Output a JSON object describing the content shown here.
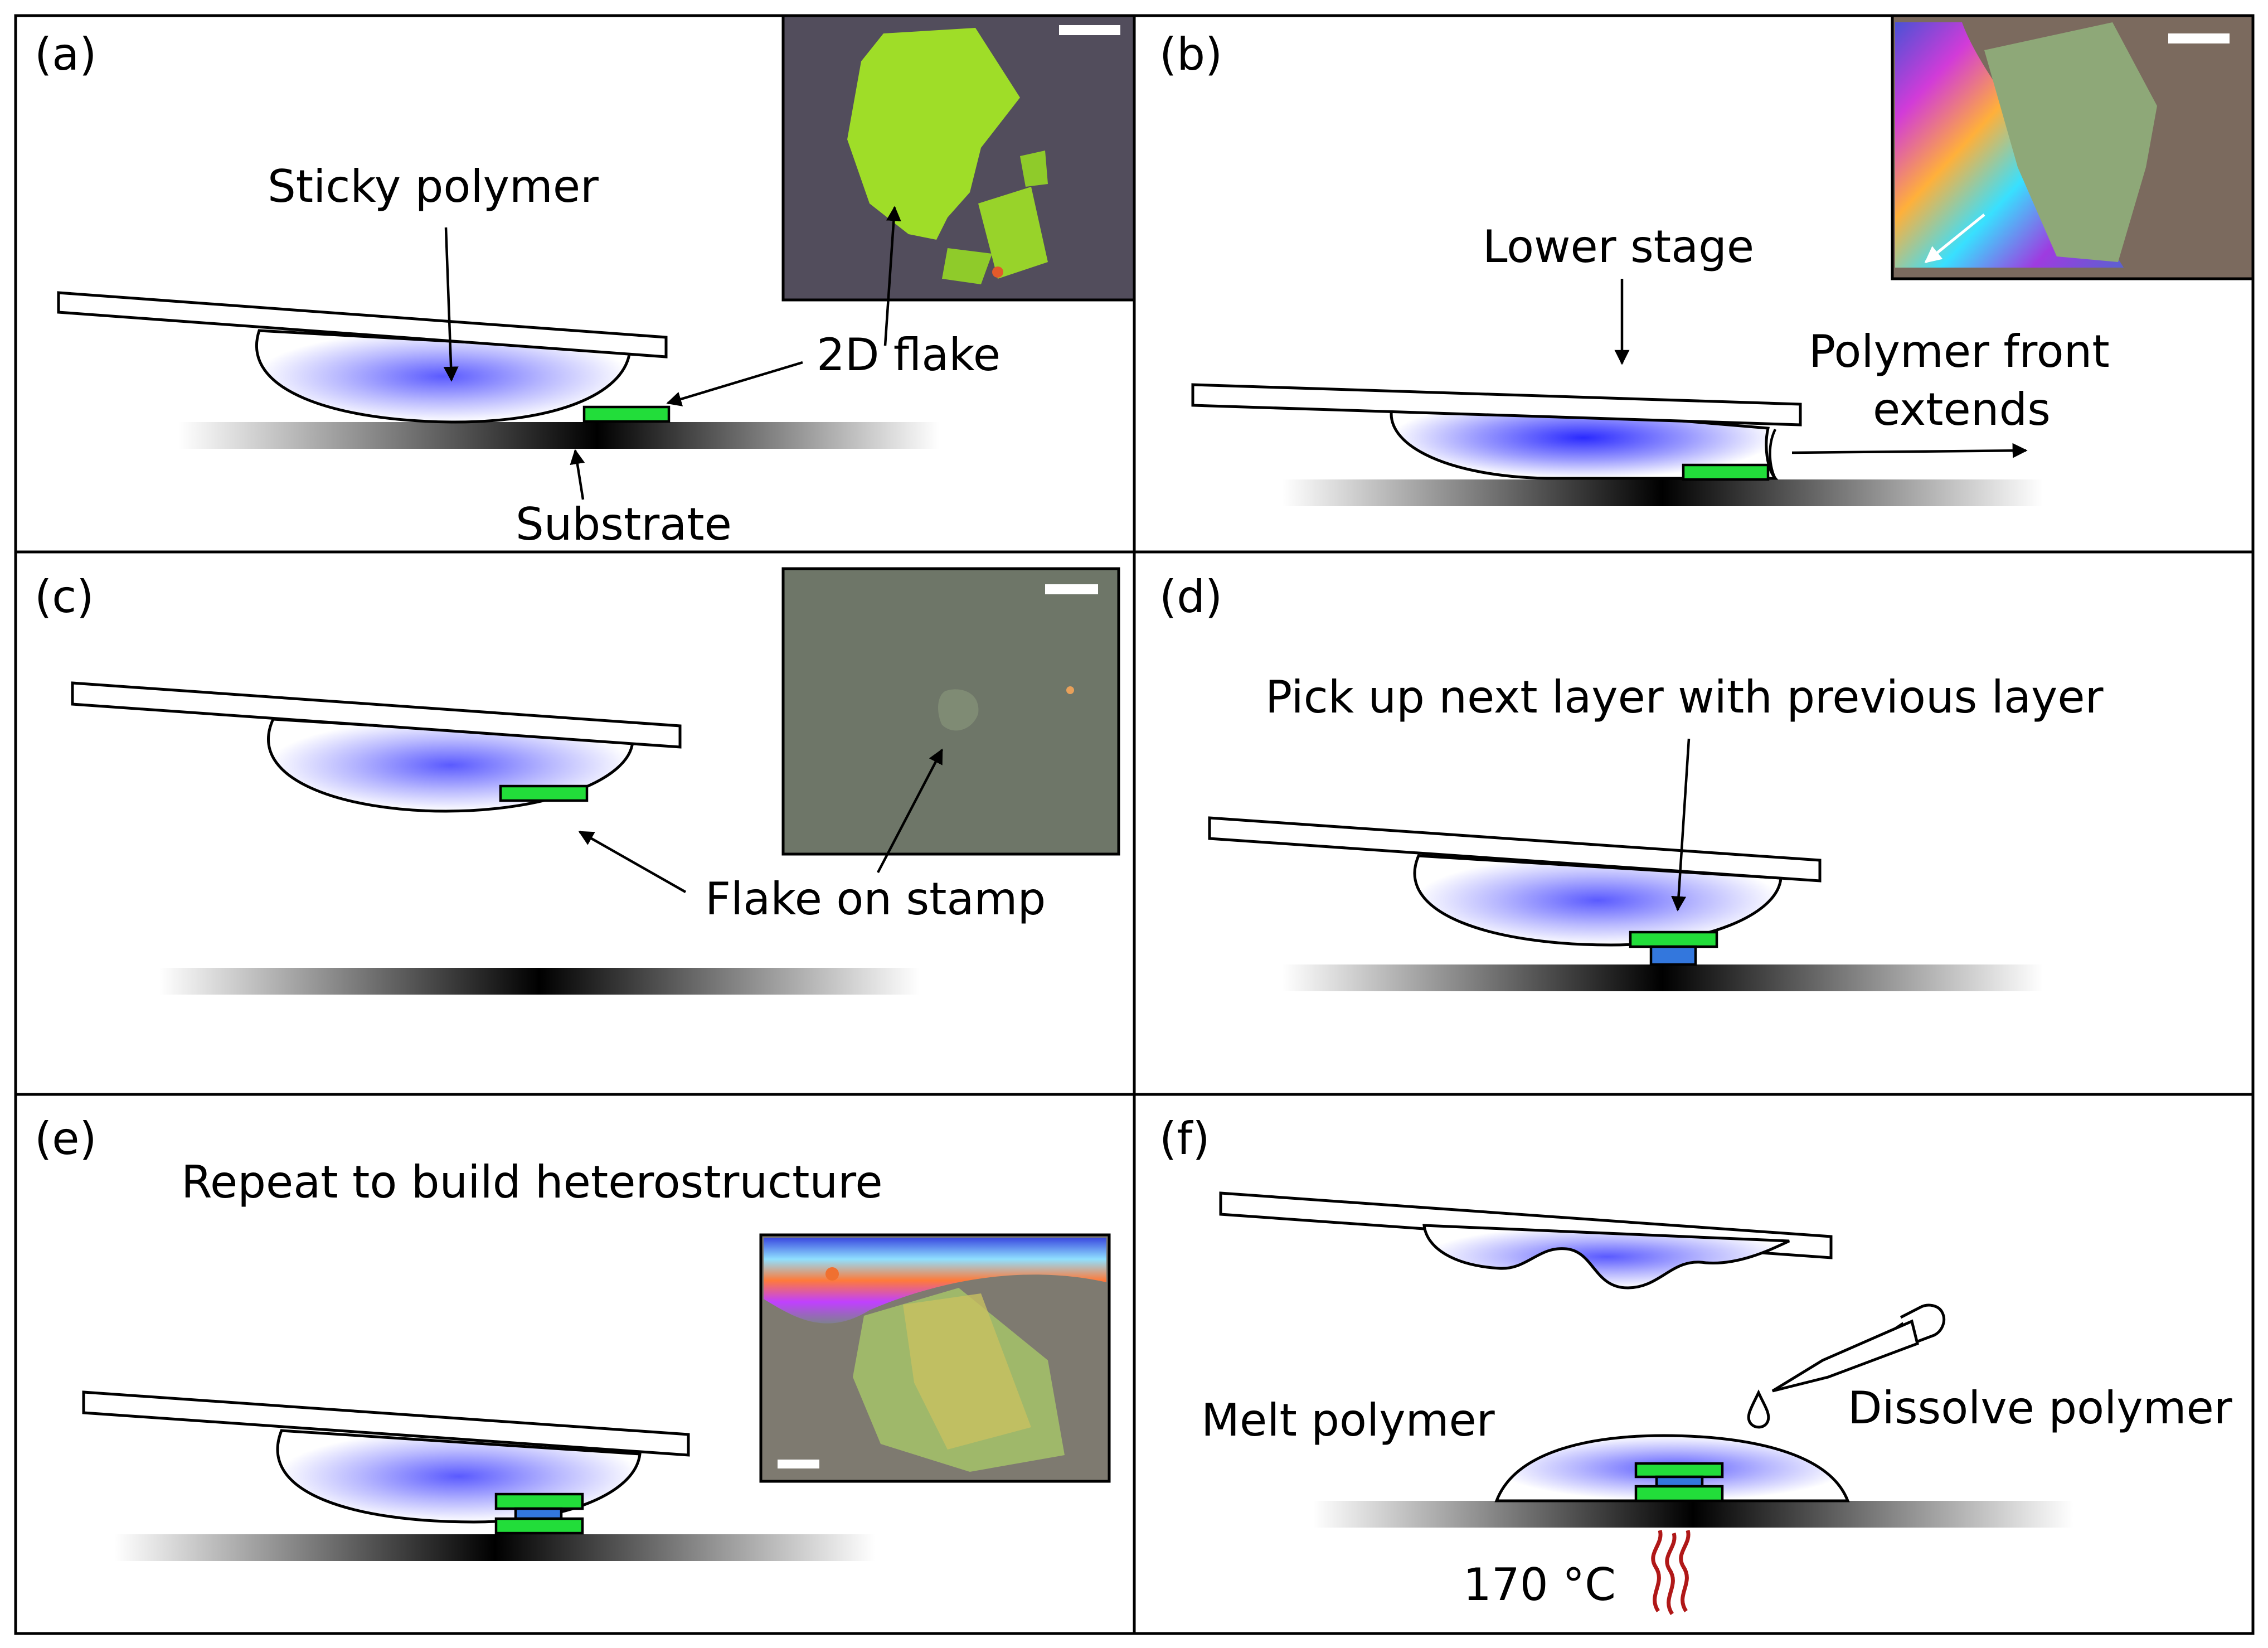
{
  "panels": {
    "a": {
      "tag": "(a)",
      "sticky_polymer": "Sticky polymer",
      "flake": "2D flake",
      "substrate": "Substrate"
    },
    "b": {
      "tag": "(b)",
      "lower_stage": "Lower stage",
      "polymer_front_line1": "Polymer front",
      "polymer_front_line2": "extends"
    },
    "c": {
      "tag": "(c)",
      "flake_on_stamp": "Flake on stamp"
    },
    "d": {
      "tag": "(d)",
      "pick_up": "Pick up next layer with previous layer"
    },
    "e": {
      "tag": "(e)",
      "repeat": "Repeat to build heterostructure"
    },
    "f": {
      "tag": "(f)",
      "melt": "Melt polymer",
      "dissolve": "Dissolve polymer",
      "temperature": "170 °C"
    }
  },
  "colors": {
    "polymer_center": "#5a5aff",
    "flake_green": "#22dd3a",
    "hbn_blue": "#3377dd",
    "heat_red": "#b01818",
    "micrograph_bg": "#524d5c"
  },
  "icons": [
    "pipette-icon",
    "droplet-icon",
    "heat-waves-icon"
  ]
}
